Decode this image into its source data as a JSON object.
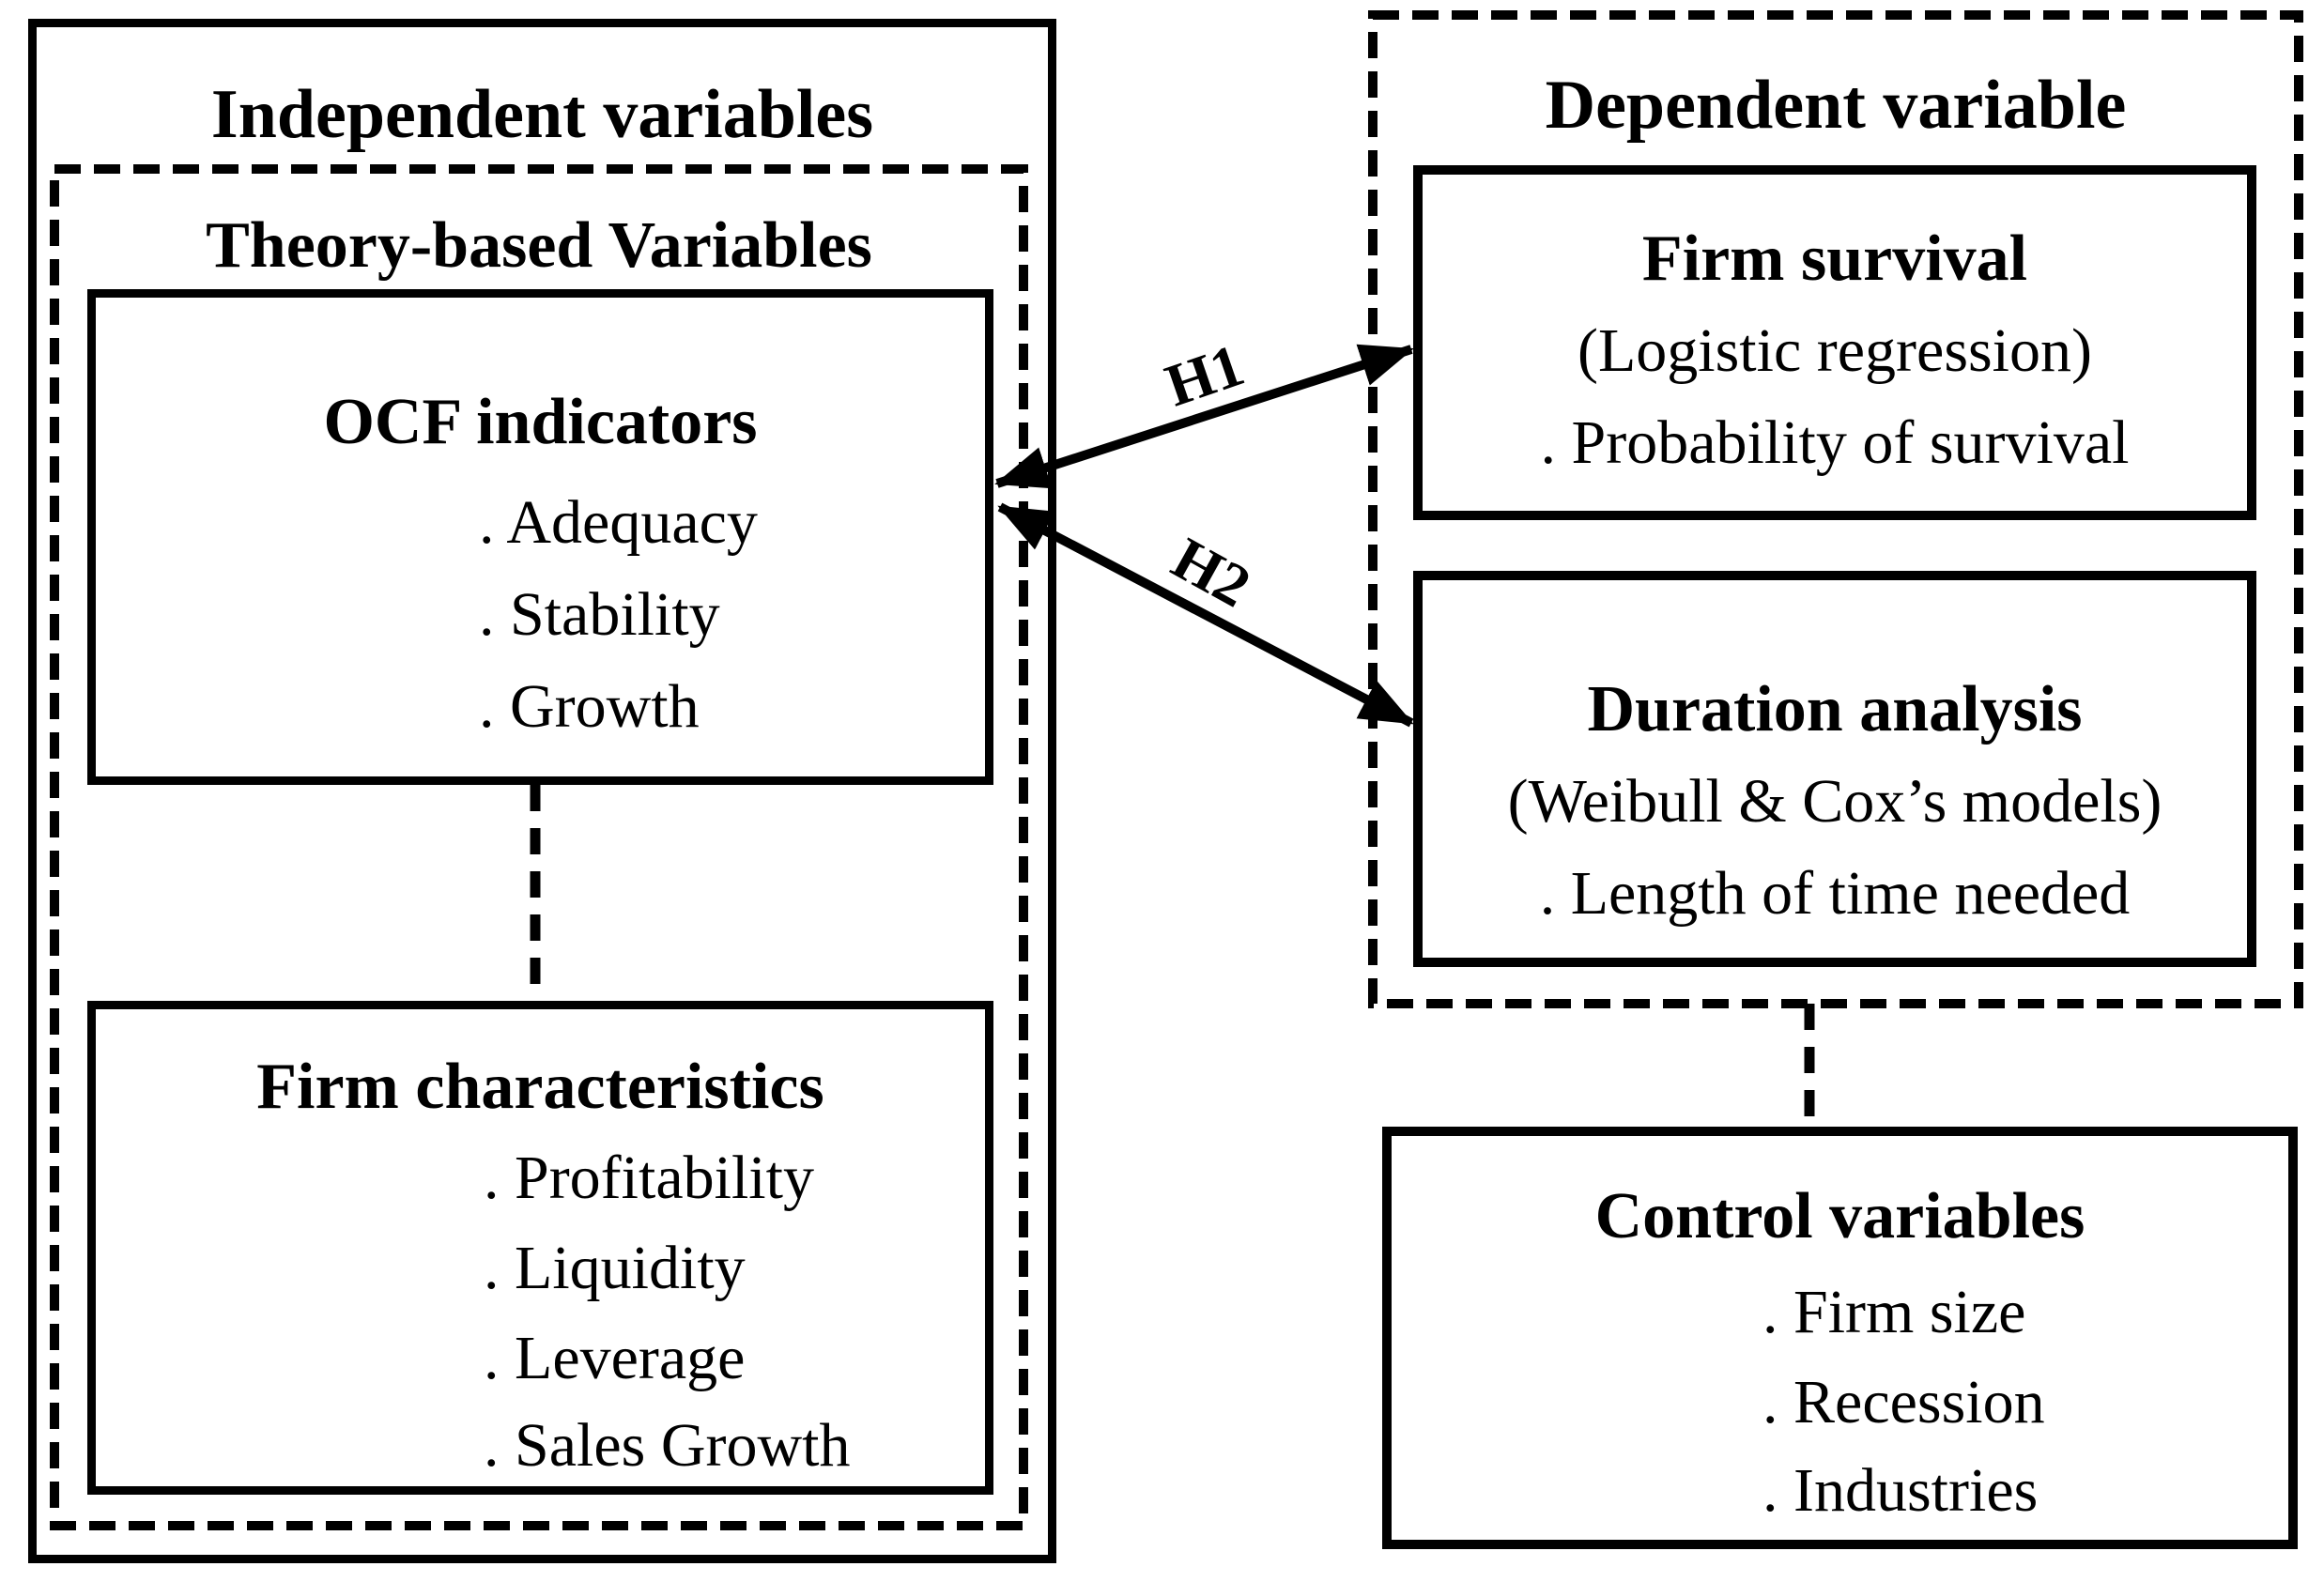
{
  "independent": {
    "title": "Independent variables",
    "theory": {
      "title": "Theory-based Variables",
      "ocf": {
        "title": "OCF indicators",
        "items": [
          ". Adequacy",
          ". Stability",
          ". Growth"
        ]
      },
      "firm": {
        "title": "Firm characteristics",
        "items": [
          ". Profitability",
          ". Liquidity",
          ". Leverage",
          ". Sales Growth"
        ]
      }
    }
  },
  "dependent": {
    "title": "Dependent variable",
    "survival": {
      "title": "Firm survival",
      "subtitle": "(Logistic regression)",
      "item": ". Probability of survival"
    },
    "duration": {
      "title": "Duration analysis",
      "subtitle": "(Weibull & Cox’s models)",
      "item": ". Length of time needed"
    }
  },
  "control": {
    "title": "Control variables",
    "items": [
      ". Firm size",
      ". Recession",
      ". Industries"
    ]
  },
  "arrows": {
    "h1": "H1",
    "h2": "H2"
  },
  "colors": {
    "ink": "#000000",
    "background": "#ffffff"
  }
}
